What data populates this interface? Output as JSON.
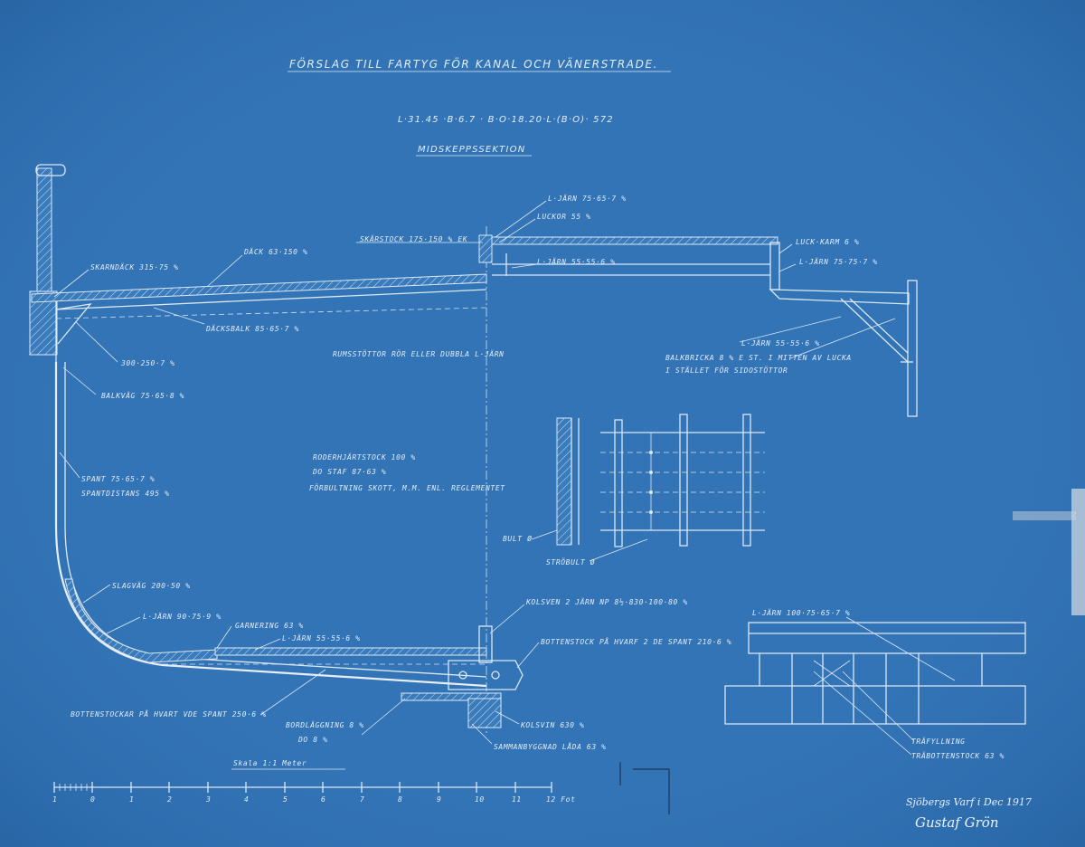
{
  "title": "FÖRSLAG TILL FARTYG FÖR KANAL OCH VÄNERSTRADE.",
  "dims": "L·31.45 ·B·6.7 · B·O·18.20·L·(B·O)· 572",
  "section": "MIDSKEPPSSEKTION",
  "labels": {
    "skarndack": "SKARNDÄCK 315·75 %",
    "dack": "DÄCK 63·150 %",
    "skarstock": "SKÄRSTOCK 175·150 % EK",
    "ljarn_top": "L·JÄRN 75·65·7 %",
    "luckor": "LUCKOR 55 %",
    "ljarn_55": "L·JÄRN 55·55·6 %",
    "luck_karm": "LUCK·KARM 6 %",
    "ljarn_right": "L·JÄRN 75·75·7 %",
    "dacksbalk": "DÄCKSBALK 85·65·7 %",
    "angle_300": "300·250·7 %",
    "balkvag": "BALKVÄG 75·65·8 %",
    "rumsstottor": "RUMSSTÖTTOR RÖR ELLER DUBBLA L·JÄRN",
    "ljarn_556": "L·JÄRN 55·55·6 %",
    "balkbricka": "BALKBRICKA 8 % E ST. I MITTEN AV LUCKA",
    "istallet": "I STÄLLET FÖR SIDOSTÖTTOR",
    "roder1": "RODERHJÄRTSTOCK 100 %",
    "roder2": "DO   STAF   87·63 %",
    "forbultning": "FÖRBULTNING SKOTT, M.M. ENL. REGLEMENTET",
    "spant": "SPANT 75·65·7 %",
    "spantdistans": "SPANTDISTANS 495 %",
    "bult": "BULT Ø",
    "strobult": "STRÖBULT Ø",
    "slagvag": "SLAGVÄG 200·50 %",
    "ljarn_90": "L·JÄRN 90·75·9 %",
    "garnering": "GARNERING 63 %",
    "ljarn_556b": "L·JÄRN 55·55·6 %",
    "kolsven": "KOLSVEN 2 JÄRN NP 8½·830·100·80 %",
    "bottenstock_r": "BOTTENSTOCK PÅ HVARF 2 DE SPANT 210·6 %",
    "bottenstock_l": "BOTTENSTOCKAR PÅ HVART VDE SPANT 250·6 %",
    "bordlaggning": "BORDLÄGGNING 8 %",
    "do8": "DO     8 %",
    "kolsvin": "KOLSVIN 630 %",
    "sammanbyggning": "SAMMANBYGGNAD LÅDA 63 %",
    "ljarn_100": "L·JÄRN 100·75·65·7 %",
    "trafyllning": "TRÄFYLLNING",
    "trabottenstock": "TRÄBOTTENSTOCK 63 %",
    "scale_title": "Skala 1:1 Meter",
    "scale_end": "12 Fot"
  },
  "scale_ticks": [
    "1",
    "0",
    "1",
    "2",
    "3",
    "4",
    "5",
    "6",
    "7",
    "8",
    "9",
    "10",
    "11"
  ],
  "signature": {
    "place_date": "Sjöbergs Varf i Dec 1917",
    "name": "Gustaf Grön"
  }
}
